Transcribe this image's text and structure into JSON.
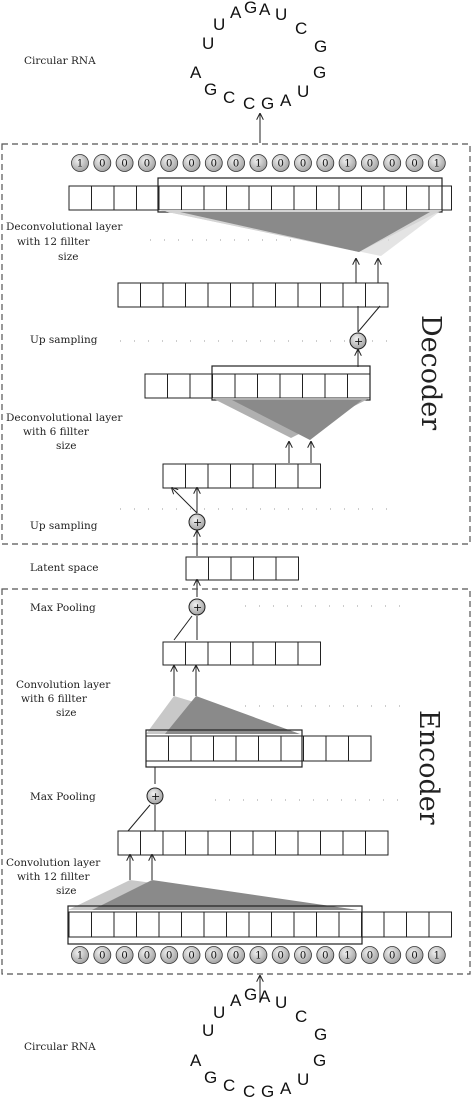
{
  "rna_top": {
    "label": "Circular RNA",
    "bases": [
      "U",
      "U",
      "A",
      "G",
      "A",
      "U",
      "C",
      "G",
      "G",
      "U",
      "A",
      "G",
      "C",
      "C",
      "G",
      "A"
    ]
  },
  "rna_bottom": {
    "label": "Circular RNA",
    "bases": [
      "U",
      "U",
      "A",
      "G",
      "A",
      "U",
      "C",
      "G",
      "G",
      "U",
      "A",
      "G",
      "C",
      "C",
      "G",
      "A"
    ]
  },
  "one_hot": [
    "1",
    "0",
    "0",
    "0",
    "0",
    "0",
    "0",
    "0",
    "1",
    "0",
    "0",
    "0",
    "1",
    "0",
    "0",
    "0",
    "1"
  ],
  "decoder": {
    "title": "Decoder",
    "labels": {
      "deconv12": [
        "Deconvolutional layer",
        "with 12 fillter",
        "size"
      ],
      "upsampling_1": "Up sampling",
      "deconv6": [
        "Deconvolutional layer",
        "with 6 fillter",
        "size"
      ],
      "upsampling_2": "Up sampling"
    }
  },
  "latent_label": "Latent space",
  "encoder": {
    "title": "Encoder",
    "labels": {
      "maxpool_1": "Max Pooling",
      "conv6": [
        "Convolution layer",
        "with 6 fillter",
        "size"
      ],
      "maxpool_2": "Max Pooling",
      "conv12": [
        "Convolution layer",
        "with 12 fillter",
        "size"
      ]
    }
  },
  "colors": {
    "cone_dark": "#8a8a8a",
    "cone_light": "#c8c8c8",
    "frame_dash": "#555555",
    "circle_fill": "#d4d4d4"
  },
  "icons": {
    "plus_node": "circled-plus",
    "bit_node": "shaded-circle"
  }
}
